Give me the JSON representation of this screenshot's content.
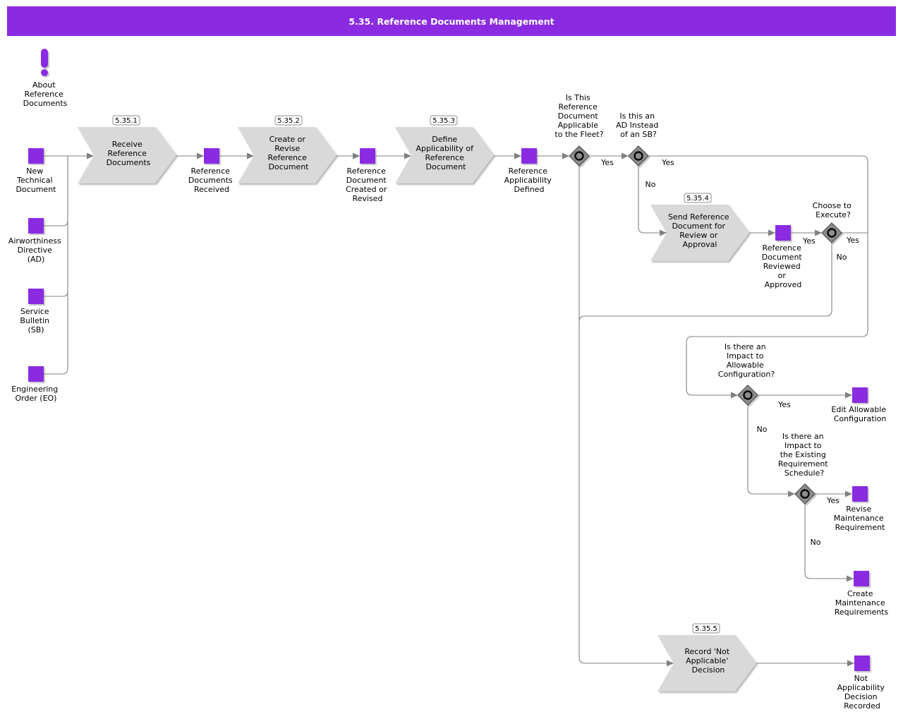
{
  "title": "5.35. Reference Documents Management",
  "colors": {
    "accent": "#8A2BE2",
    "process_fill": "#D9D9D9",
    "decision_fill": "#8C8C8C",
    "line": "#808080"
  },
  "about": {
    "lines": [
      "About",
      "Reference",
      "Documents"
    ]
  },
  "sources": {
    "new_technical_document": {
      "lines": [
        "New",
        "Technical",
        "Document"
      ]
    },
    "airworthiness_directive": {
      "lines": [
        "Airworthiness",
        "Directive",
        "(AD)"
      ]
    },
    "service_bulletin": {
      "lines": [
        "Service",
        "Bulletin",
        "(SB)"
      ]
    },
    "engineering_order": {
      "lines": [
        "Engineering",
        "Order (EO)"
      ]
    }
  },
  "processes": {
    "receive": {
      "badge": "5.35.1",
      "lines": [
        "Receive",
        "Reference",
        "Documents"
      ]
    },
    "create_revise": {
      "badge": "5.35.2",
      "lines": [
        "Create or",
        "Revise",
        "Reference",
        "Document"
      ]
    },
    "define_applicability": {
      "badge": "5.35.3",
      "lines": [
        "Define",
        "Applicability of",
        "Reference",
        "Document"
      ]
    },
    "send_review": {
      "badge": "5.35.4",
      "lines": [
        "Send Reference",
        "Document for",
        "Review or",
        "Approval"
      ]
    },
    "record_not_applicable": {
      "badge": "5.35.5",
      "lines": [
        "Record 'Not",
        "Applicable'",
        "Decision"
      ]
    }
  },
  "milestones": {
    "docs_received": {
      "lines": [
        "Reference",
        "Documents",
        "Received"
      ]
    },
    "doc_created": {
      "lines": [
        "Reference",
        "Document",
        "Created or",
        "Revised"
      ]
    },
    "applicability_defined": {
      "lines": [
        "Reference",
        "Applicability",
        "Defined"
      ]
    },
    "doc_reviewed": {
      "lines": [
        "Reference",
        "Document",
        "Reviewed",
        "or",
        "Approved"
      ]
    },
    "edit_allowable_config": {
      "lines": [
        "Edit Allowable",
        "Configuration"
      ]
    },
    "revise_maint_req": {
      "lines": [
        "Revise",
        "Maintenance",
        "Requirement"
      ]
    },
    "create_maint_req": {
      "lines": [
        "Create",
        "Maintenance",
        "Requirements"
      ]
    },
    "not_applicable_recorded": {
      "lines": [
        "Not",
        "Applicability",
        "Decision",
        "Recorded"
      ]
    }
  },
  "decisions": {
    "applicable_to_fleet": {
      "lines": [
        "Is This",
        "Reference",
        "Document",
        "Applicable",
        "to the Fleet?"
      ]
    },
    "ad_instead_of_sb": {
      "lines": [
        "Is this an",
        "AD Instead",
        "of an SB?"
      ]
    },
    "choose_to_execute": {
      "lines": [
        "Choose to",
        "Execute?"
      ]
    },
    "impact_allowable_config": {
      "lines": [
        "Is there an",
        "Impact to",
        "Allowable",
        "Configuration?"
      ]
    },
    "impact_req_schedule": {
      "lines": [
        "Is there an",
        "Impact to",
        "the Existing",
        "Requirement",
        "Schedule?"
      ]
    }
  },
  "edge_labels": {
    "yes": "Yes",
    "no": "No"
  }
}
